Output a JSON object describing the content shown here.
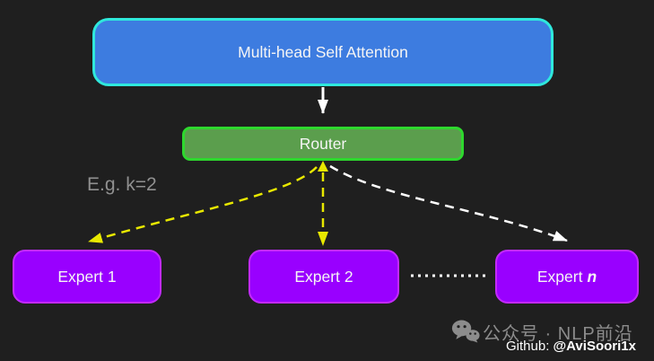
{
  "diagram": {
    "attention_box": {
      "label": "Multi-head Self Attention"
    },
    "router_box": {
      "label": "Router"
    },
    "annotation": {
      "label": "E.g. k=2"
    },
    "experts": [
      {
        "name": "Expert",
        "index": "1"
      },
      {
        "name": "Expert",
        "index": "2"
      },
      {
        "name": "Expert",
        "index": "n"
      }
    ]
  },
  "watermark": {
    "wechat_label": "公众号 · NLP前沿",
    "github_prefix": "Github: ",
    "github_handle": "@AviSoori1x"
  },
  "colors": {
    "background": "#1f1f1f",
    "attention_fill": "#3d7ce0",
    "attention_border": "#2fe8dc",
    "router_fill": "#5b9e4d",
    "router_border": "#2ed82e",
    "expert_fill": "#9900ff",
    "expert_border": "#c32aff",
    "arrow_yellow": "#e8e800",
    "arrow_white": "#ffffff",
    "annotation_gray": "#909090",
    "watermark_gray": "#8c8c8c"
  }
}
